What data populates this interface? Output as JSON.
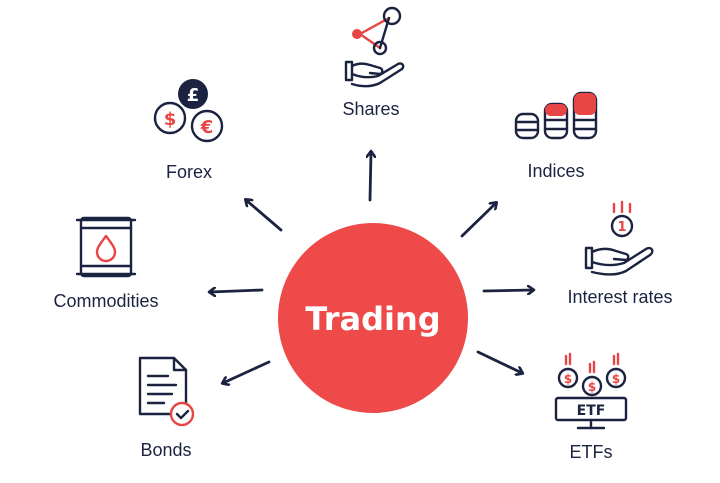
{
  "center": {
    "label": "Trading",
    "color": "#ee4a4a"
  },
  "accent_dark": "#1b2340",
  "accent_red": "#e84545",
  "nodes": [
    {
      "id": "shares",
      "label": "Shares",
      "icon": "network-hand-icon"
    },
    {
      "id": "indices",
      "label": "Indices",
      "icon": "coin-stacks-icon"
    },
    {
      "id": "interest",
      "label": "Interest rates",
      "icon": "coin-hand-icon"
    },
    {
      "id": "etfs",
      "label": "ETFs",
      "icon": "etf-monitor-icon"
    },
    {
      "id": "bonds",
      "label": "Bonds",
      "icon": "document-check-icon"
    },
    {
      "id": "commodities",
      "label": "Commodities",
      "icon": "oil-barrel-icon"
    },
    {
      "id": "forex",
      "label": "Forex",
      "icon": "currency-coins-icon"
    }
  ],
  "icon_text": {
    "pound": "£",
    "dollar": "$",
    "euro": "€",
    "one": "1",
    "etf": "ETF"
  }
}
